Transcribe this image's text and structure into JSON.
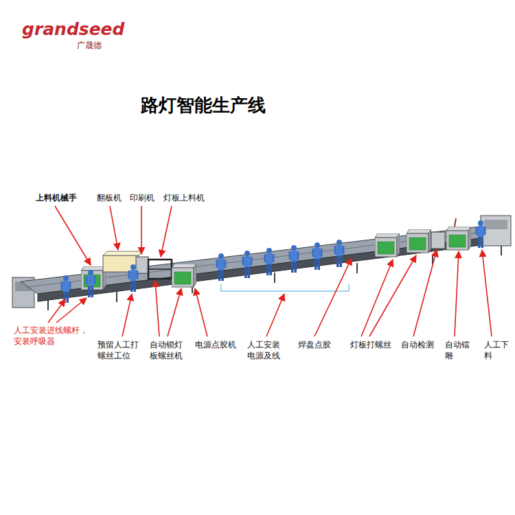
{
  "diagram": {
    "title": "路灯智能生产线",
    "labels": [
      "grandseed",
      "广晟德",
      "上料机械手",
      "翻板机",
      "印刷机",
      "灯板上料机",
      "人工安装进线螺杆，安装呼吸器",
      "预留人工打螺丝工位",
      "自动锁灯板螺丝机",
      "电源点胶机",
      "人工安装电源及线",
      "焊盘点胶",
      "灯板打螺丝",
      "自动检测",
      "自动镭雕",
      "人工下料"
    ]
  }
}
